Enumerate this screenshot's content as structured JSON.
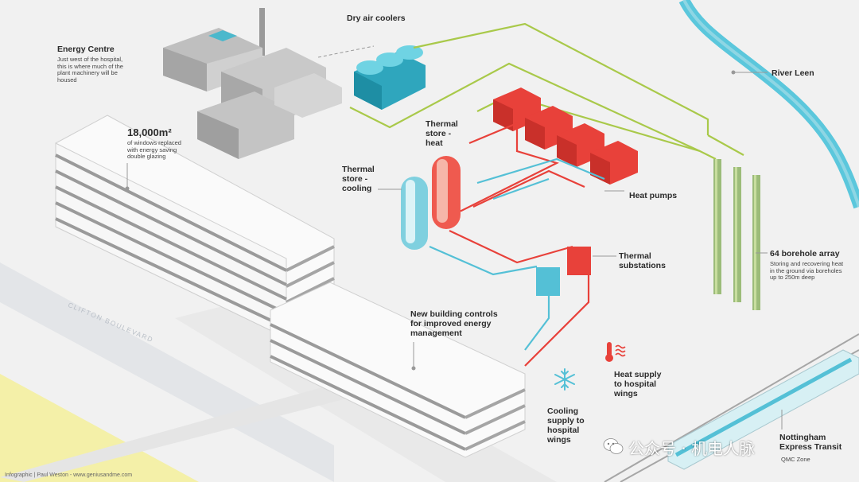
{
  "labels": {
    "energy_centre_title": "Energy Centre",
    "energy_centre_desc": "Just west of the hospital, this is where much of the plant machinery will be housed",
    "windows_figure": "18,000m²",
    "windows_desc": "of windows replaced with energy saving double glazing",
    "dry_air_coolers": "Dry air coolers",
    "river_leen": "River Leen",
    "thermal_store_heat": "Thermal store - heat",
    "thermal_store_cooling": "Thermal store - cooling",
    "heat_pumps": "Heat pumps",
    "thermal_substations": "Thermal substations",
    "borehole_title": "64 borehole array",
    "borehole_desc": "Storing and recovering heat in the ground via boreholes up to 250m deep",
    "building_controls": "New building controls for improved energy management",
    "heat_supply": "Heat supply to hospital wings",
    "cooling_supply": "Cooling supply to hospital wings",
    "tram": "Nottingham Express Transit",
    "tram_zone": "QMC Zone",
    "road_name": "CLIFTON BOULEVARD",
    "credit": "Infographic | Paul Weston - www.geniusandme.com",
    "watermark": "公众号 · 机电人脉"
  },
  "colors": {
    "hot": "#e8413a",
    "cold": "#54c0d6",
    "ground": "#a9c94a",
    "river": "#5bc7dc",
    "building": "#fafafa"
  },
  "icons": {
    "cooling": "snowflake-icon",
    "heat": "thermometer-icon",
    "watermark": "wechat-icon"
  }
}
